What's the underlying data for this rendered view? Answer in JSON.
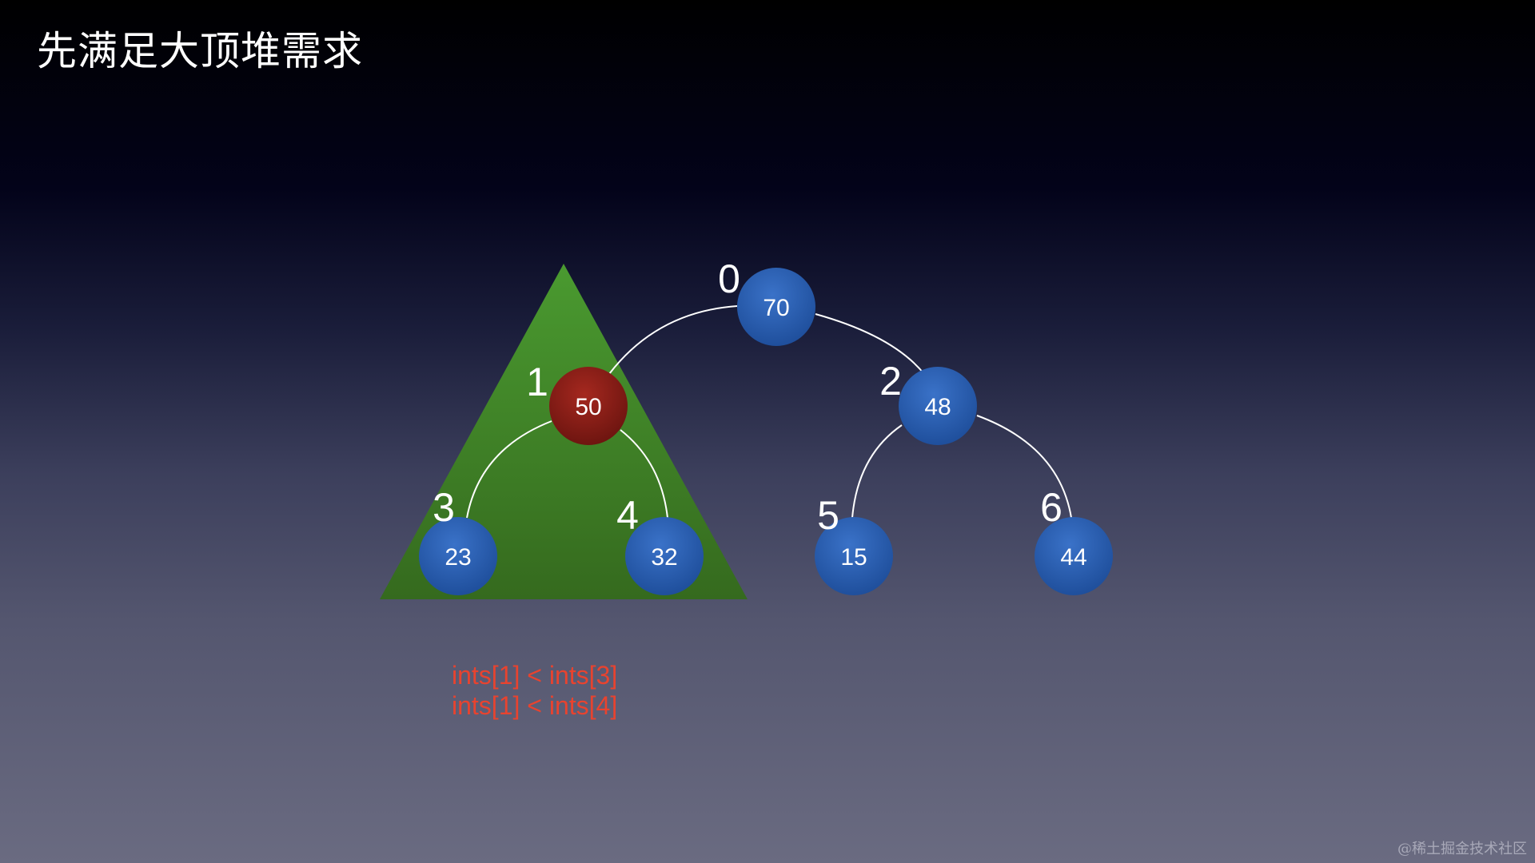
{
  "title": "先满足大顶堆需求",
  "colors": {
    "node_blue": "#2a5eb0",
    "node_red": "#8b1f18",
    "highlight_triangle": "#3f8a2a",
    "edge": "#ffffff",
    "condition_text": "#e8432f"
  },
  "heap": {
    "nodes": [
      {
        "index": "0",
        "value": "70",
        "highlighted": false
      },
      {
        "index": "1",
        "value": "50",
        "highlighted": true
      },
      {
        "index": "2",
        "value": "48",
        "highlighted": false
      },
      {
        "index": "3",
        "value": "23",
        "highlighted": false
      },
      {
        "index": "4",
        "value": "32",
        "highlighted": false
      },
      {
        "index": "5",
        "value": "15",
        "highlighted": false
      },
      {
        "index": "6",
        "value": "44",
        "highlighted": false
      }
    ]
  },
  "conditions": [
    "ints[1] < ints[3]",
    "ints[1] < ints[4]"
  ],
  "watermark": "@稀土掘金技术社区"
}
